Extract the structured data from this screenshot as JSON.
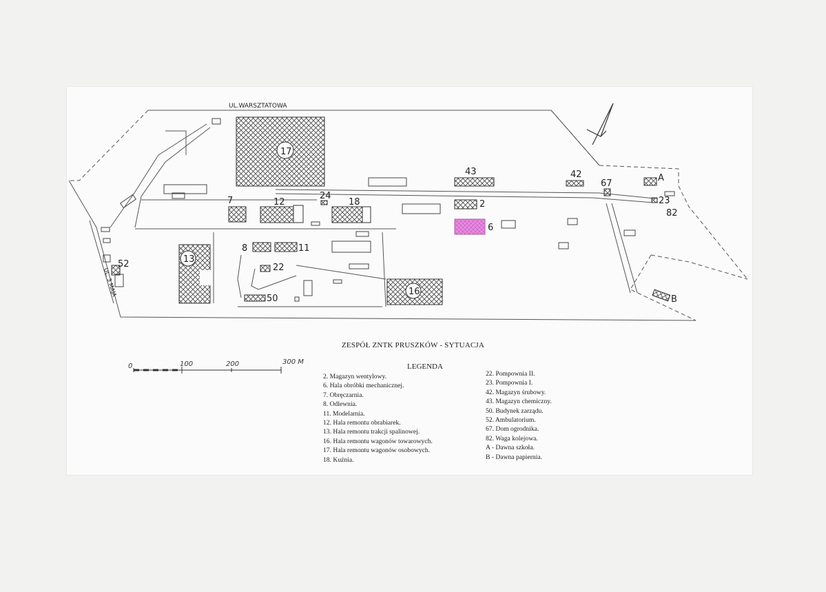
{
  "street_name": "UL.WARSZTATOWA",
  "side_street_name": "UL. 3 MAJA",
  "map_title": "ZESPÓŁ ZNTK PRUSZKÓW - SYTUACJA",
  "legend_title": "LEGENDA",
  "scale_labels": [
    "0",
    "100",
    "200",
    "300 M"
  ],
  "building_numbers": {
    "b2": "2",
    "b6": "6",
    "b7": "7",
    "b8": "8",
    "b11": "11",
    "b12": "12",
    "b13": "13",
    "b16": "16",
    "b17": "17",
    "b18": "18",
    "b22": "22",
    "b23": "23",
    "b24": "24",
    "b42": "42",
    "b43": "43",
    "b50": "50",
    "b52": "52",
    "b67": "67",
    "b82": "82",
    "bA": "A",
    "bB": "B"
  },
  "legend_left": [
    "2. Magazyn wentylowy.",
    "6. Hala obróbki mechanicznej.",
    "7. Obręczarnia.",
    "8. Odlewnia.",
    "11. Modelarnia.",
    "12. Hala remontu obrabiarek.",
    "13. Hala remontu trakcji spalinowej.",
    "16. Hala remontu wagonów towarowych.",
    "17. Hala remontu wagonów osobowych.",
    "18. Kuźnia."
  ],
  "legend_right": [
    "22. Pompownia II.",
    "23. Pompownia I.",
    "42. Magazyn śrubowy.",
    "43. Magazyn chemiczny.",
    "50. Budynek zarządu.",
    "52. Ambulatorium.",
    "67. Dom ogrodnika.",
    "82. Waga kolejowa.",
    "A - Dawna szkoła.",
    "B - Dawna papiernia."
  ],
  "colors": {
    "highlight": "#e07fd8",
    "ink": "#333333",
    "paper": "#fbfbfb",
    "background": "#f2f2f0"
  },
  "icons": {
    "north_arrow": "north-arrow-icon"
  }
}
